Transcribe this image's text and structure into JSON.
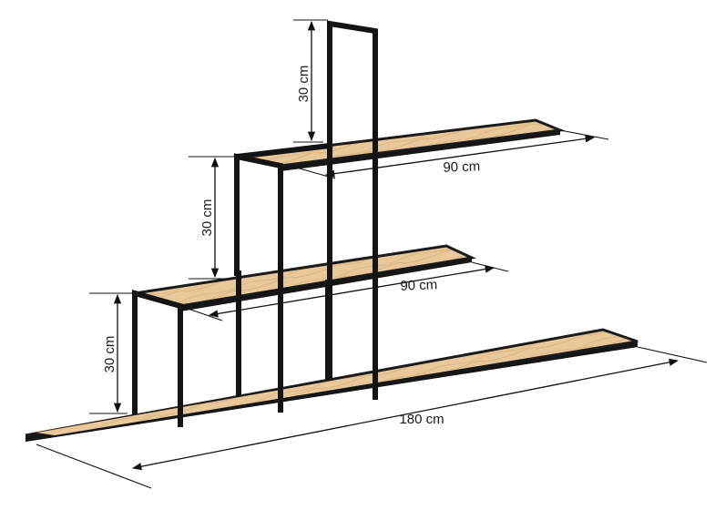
{
  "colors": {
    "wood": "#e8c79a",
    "wood_grain": "#d9b27c",
    "metal": "#141414",
    "background": "#ffffff"
  },
  "dimensions": {
    "top_height": "30 cm",
    "middle_height": "30 cm",
    "bottom_height": "30 cm",
    "top_width": "90 cm",
    "middle_width": "90 cm",
    "bottom_width": "180 cm"
  }
}
